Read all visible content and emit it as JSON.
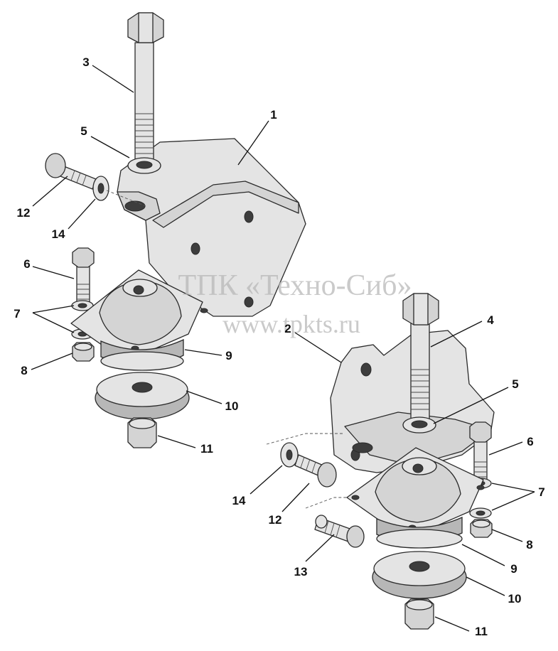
{
  "watermark": {
    "line1": "ТПК «Техно-Сиб»",
    "line2": "www.tpkts.ru"
  },
  "callouts": [
    {
      "label": "3"
    },
    {
      "label": "1"
    },
    {
      "label": "5"
    },
    {
      "label": "12"
    },
    {
      "label": "14"
    },
    {
      "label": "6"
    },
    {
      "label": "7"
    },
    {
      "label": "8"
    },
    {
      "label": "9"
    },
    {
      "label": "10"
    },
    {
      "label": "11"
    },
    {
      "label": "2"
    },
    {
      "label": "4"
    },
    {
      "label": "5"
    },
    {
      "label": "6"
    },
    {
      "label": "7"
    },
    {
      "label": "14"
    },
    {
      "label": "12"
    },
    {
      "label": "8"
    },
    {
      "label": "13"
    },
    {
      "label": "9"
    },
    {
      "label": "10"
    },
    {
      "label": "11"
    }
  ]
}
